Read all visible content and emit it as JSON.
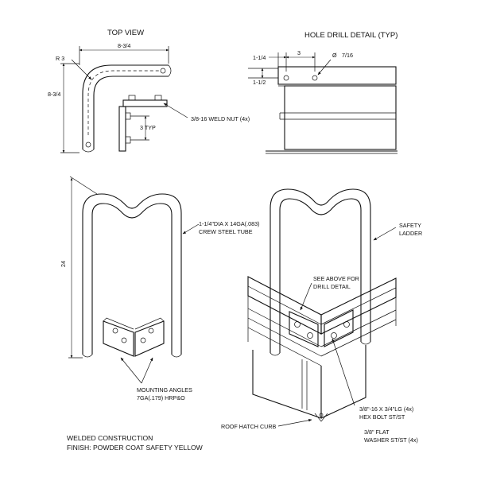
{
  "top_view": {
    "title": "TOP VIEW",
    "radius": "R 3",
    "width": "8-3/4",
    "depth": "8-3/4",
    "spacing": "3 TYP",
    "weld_nut": "3/8-16 WELD NUT (4x)"
  },
  "hole_detail": {
    "title": "HOLE DRILL DETAIL (TYP)",
    "edge_offset": "1-1/4",
    "hole_spacing": "3",
    "hole_dia_symbol": "Ø",
    "hole_dia": "7/16",
    "vertical_offset": "1-1/2"
  },
  "side_view": {
    "height": "24",
    "tube_line1": "1-1/4\"DIA X 14GA(.083)",
    "tube_line2": "CREW STEEL TUBE",
    "angles_line1": "MOUNTING ANGLES",
    "angles_line2": "7GA(.179) HRP&O"
  },
  "iso_view": {
    "ladder_line1": "SAFETY",
    "ladder_line2": "LADDER",
    "see_above_line1": "SEE ABOVE FOR",
    "see_above_line2": "DRILL DETAIL",
    "bolt_line1": "3/8\"-16 X 3/4\"LG (4x)",
    "bolt_line2": "HEX BOLT ST/ST",
    "curb": "ROOF HATCH CURB",
    "washer_line1": "3/8\" FLAT",
    "washer_line2": "WASHER ST/ST (4x)"
  },
  "notes": {
    "line1": "WELDED CONSTRUCTION",
    "line2": "FINISH: POWDER COAT SAFETY YELLOW"
  }
}
